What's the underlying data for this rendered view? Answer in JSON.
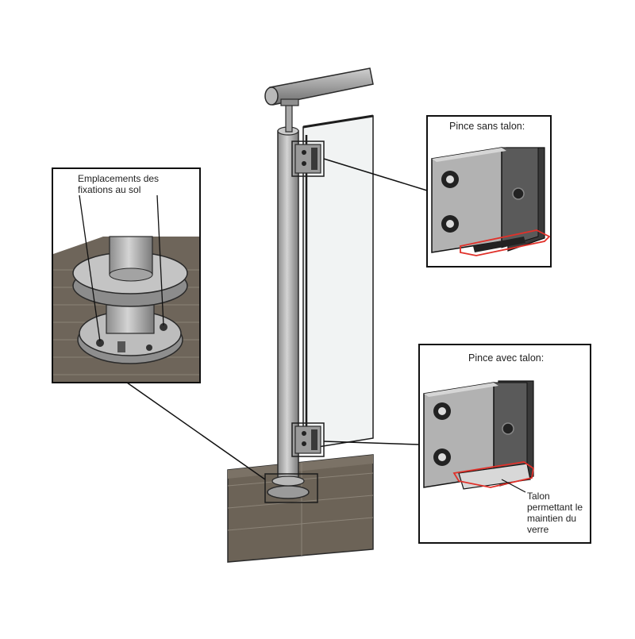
{
  "labels": {
    "floor_fixings_line1": "Emplacements des",
    "floor_fixings_line2": "fixations au sol",
    "clamp_without_heel_title": "Pince sans talon:",
    "clamp_with_heel_title": "Pince avec talon:",
    "heel_note_line1": "Talon",
    "heel_note_line2": "permettant le",
    "heel_note_line3": "maintien du",
    "heel_note_line4": "verre"
  },
  "colors": {
    "steel": "#a7a7a7",
    "dark_steel": "#3f3f3f",
    "wood": "#6f665a",
    "glass": "#eef0f0",
    "highlight": "#e0312a"
  }
}
